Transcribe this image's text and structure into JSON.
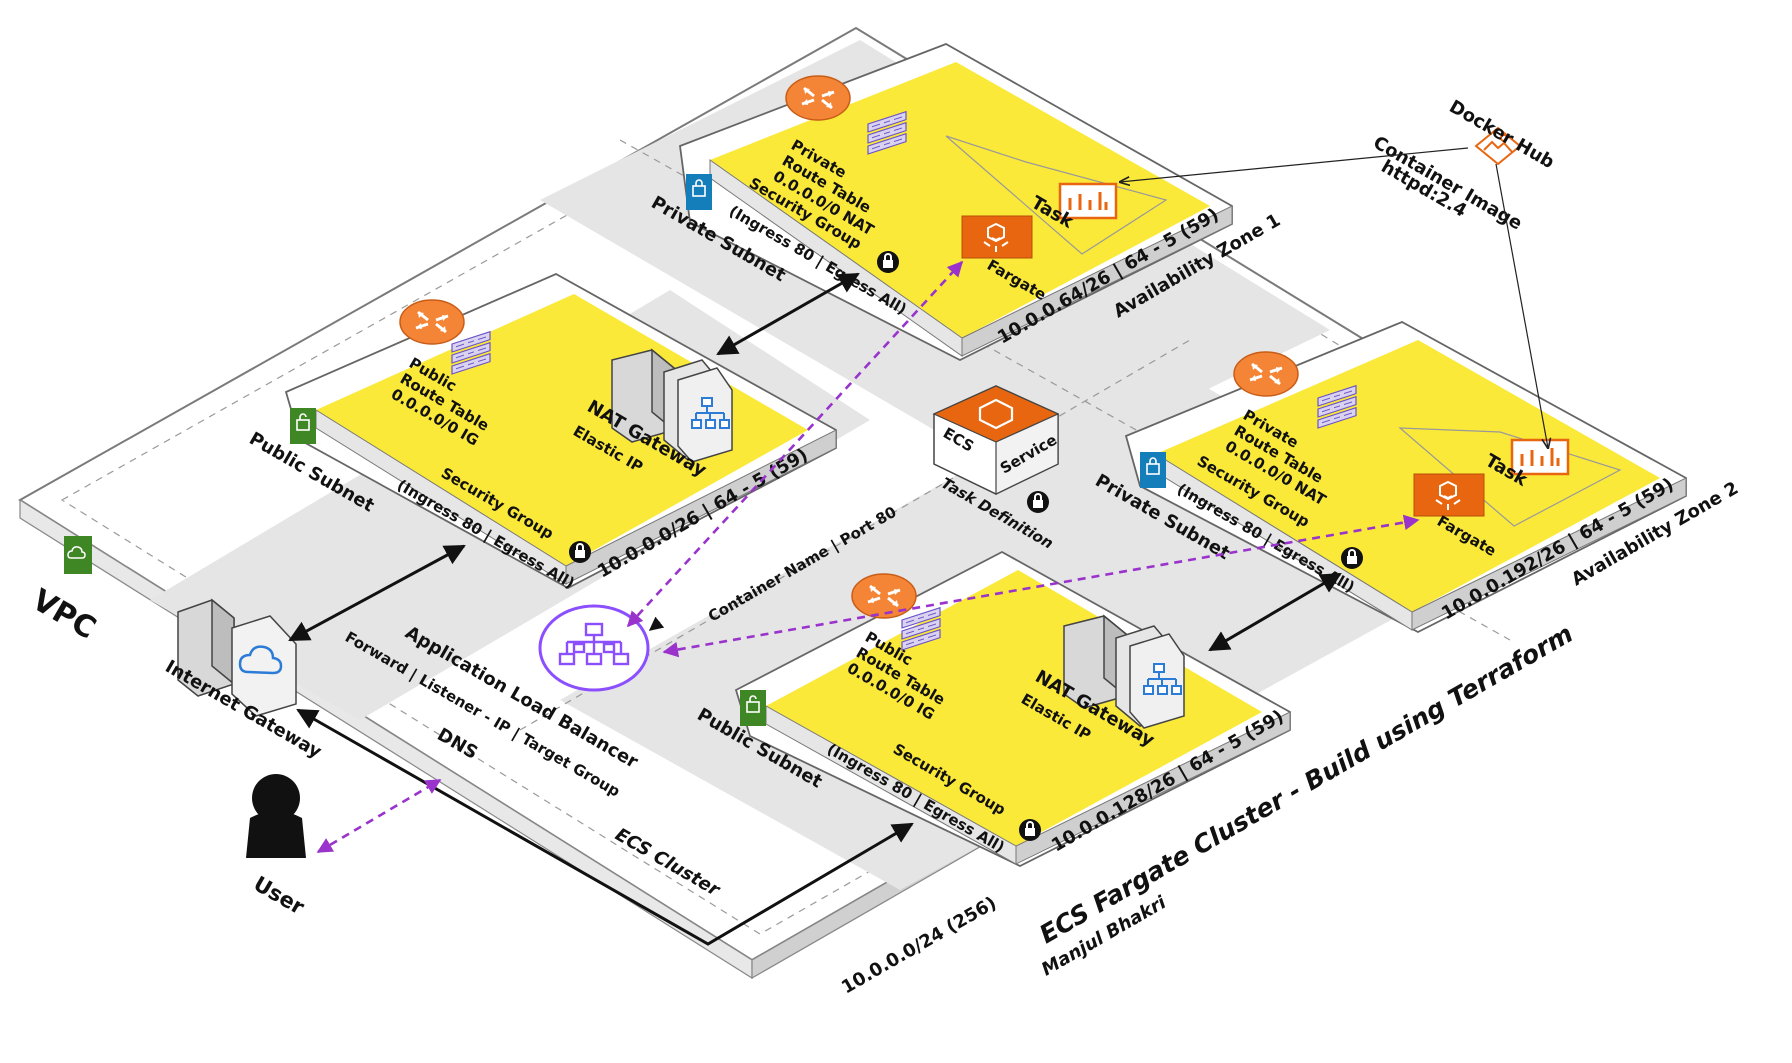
{
  "vpc": {
    "label": "VPC",
    "cidr": "10.0.0.0/24 (256)"
  },
  "az1": {
    "label": "Availability Zone 1"
  },
  "az2": {
    "label": "Availability Zone 2"
  },
  "public_subnet_1": {
    "label": "Public Subnet",
    "cidr": "10.0.0.0/26 | 64 - 5 (59)",
    "route_table": [
      "Public",
      "Route Table",
      "0.0.0.0/0 IG"
    ],
    "nat_title": "NAT Gateway",
    "nat_sub": "Elastic IP",
    "sg_title": "Security Group",
    "sg_rules": "(Ingress 80 | Egress All)"
  },
  "private_subnet_1": {
    "label": "Private Subnet",
    "cidr": "10.0.0.64/26 | 64 - 5 (59)",
    "route_table": [
      "Private",
      "Route Table",
      "0.0.0.0/0 NAT"
    ],
    "sg_title": "Security Group",
    "sg_rules": "(Ingress 80 | Egress All)",
    "task": "Task",
    "fargate": "Fargate"
  },
  "public_subnet_2": {
    "label": "Public Subnet",
    "cidr": "10.0.0.128/26 | 64 - 5 (59)",
    "route_table": [
      "Public",
      "Route Table",
      "0.0.0.0/0 IG"
    ],
    "nat_title": "NAT Gateway",
    "nat_sub": "Elastic IP",
    "sg_title": "Security Group",
    "sg_rules": "(Ingress 80 | Egress All)"
  },
  "private_subnet_2": {
    "label": "Private Subnet",
    "cidr": "10.0.0.192/26 | 64 - 5 (59)",
    "route_table": [
      "Private",
      "Route Table",
      "0.0.0.0/0 NAT"
    ],
    "sg_title": "Security Group",
    "sg_rules": "(Ingress 80 | Egress All)",
    "task": "Task",
    "fargate": "Fargate"
  },
  "ecs_service": {
    "ecs": "ECS",
    "service": "Service",
    "task_def": "Task Definition",
    "container": "Container Name | Port 80"
  },
  "alb": {
    "title": "Application Load Balancer",
    "detail": "Forward | Listener - IP | Target Group",
    "dns": "DNS"
  },
  "internet_gateway": {
    "label": "Internet Gateway"
  },
  "user": {
    "label": "User"
  },
  "ecs_cluster": {
    "label": "ECS Cluster"
  },
  "docker_hub": {
    "title": "Docker Hub",
    "image1": "Container Image",
    "image2": "httpd:2.4"
  },
  "footer": {
    "title": "ECS Fargate Cluster - Build using Terraform",
    "author": "Manjul Bhakri"
  },
  "colors": {
    "subnet_fill": "#fbe93a",
    "gray_band": "#e5e5e5",
    "router": "#f58536",
    "fargate": "#e8660f",
    "alb": "#8c4fff",
    "dashed_link": "#9933cc",
    "public_badge": "#3f8624",
    "private_badge": "#147eba"
  },
  "icons": [
    "vpc-cloud-icon",
    "router-icon",
    "route-table-icon",
    "nat-gateway-icon",
    "internet-gateway-icon",
    "fargate-icon",
    "task-icon",
    "ecs-service-icon",
    "alb-icon",
    "lock-icon",
    "user-icon",
    "docker-image-icon"
  ]
}
